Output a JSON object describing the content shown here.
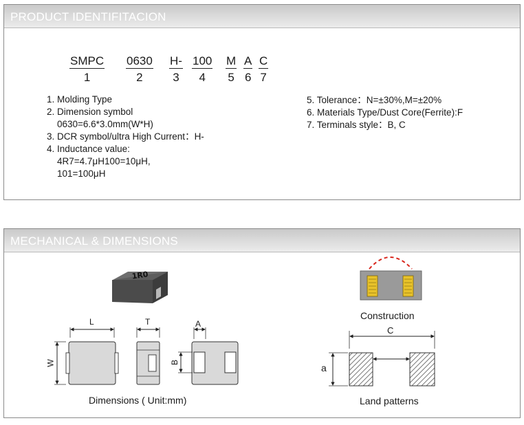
{
  "identification": {
    "header": "PRODUCT IDENTIFITACION",
    "code_parts": [
      {
        "seg": "SMPC",
        "num": "1"
      },
      {
        "seg": "0630",
        "num": "2"
      },
      {
        "seg": "H-",
        "num": "3"
      },
      {
        "seg": "100",
        "num": "4"
      },
      {
        "seg": "M",
        "num": "5"
      },
      {
        "seg": "A",
        "num": "6"
      },
      {
        "seg": "C",
        "num": "7"
      }
    ],
    "left_list": [
      "1. Molding Type",
      "2. Dimension symbol",
      "0630=6.6*3.0mm(W*H)",
      "3. DCR symbol/ultra High Current：H-",
      "4. Inductance value:",
      "4R7=4.7μH100=10μH,",
      "101=100μH"
    ],
    "right_list": [
      "5. Tolerance：N=±30%,M=±20%",
      "6. Materials Type/Dust Core(Ferrite):F",
      "7. Terminals style：B, C"
    ]
  },
  "mechanical": {
    "header": "MECHANICAL & DIMENSIONS",
    "part_marking": "1R0",
    "dim_labels": {
      "L": "L",
      "T": "T",
      "A": "A",
      "W": "W",
      "B": "B",
      "C": "C",
      "a": "a"
    },
    "captions": {
      "dimensions": "Dimensions ( Unit:mm)",
      "construction": "Construction",
      "land_patterns": "Land patterns"
    }
  },
  "colors": {
    "header_text": "#ffffff",
    "body_gray": "#4a4a4a",
    "terminal_yellow": "#e8c22a",
    "dashed_red": "#d9261c"
  }
}
